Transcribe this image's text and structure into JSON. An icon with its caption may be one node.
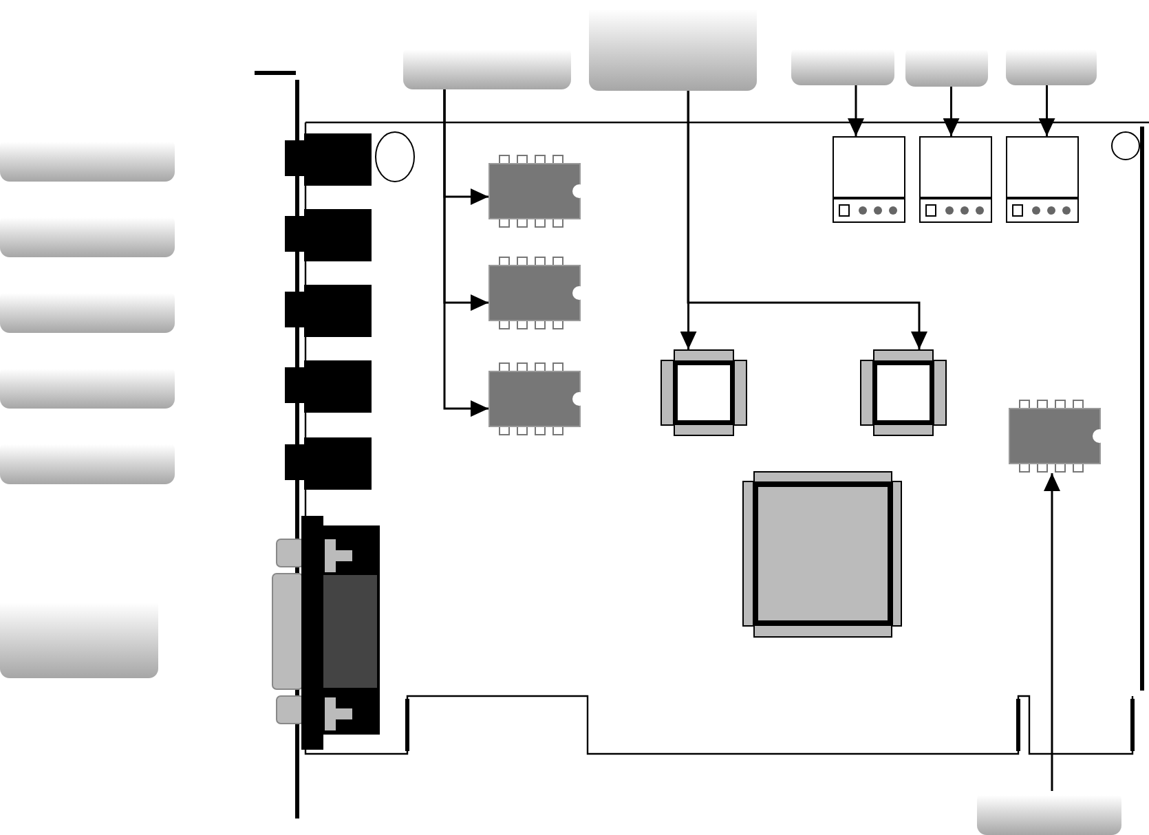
{
  "diagram": {
    "nodes": [
      {
        "text": [],
        "shape": "box"
      },
      {
        "text": [],
        "shape": "box"
      },
      {
        "text": [],
        "shape": "box"
      },
      {
        "text": [],
        "shape": "box"
      },
      {
        "text": [],
        "shape": "box"
      },
      {
        "text": [],
        "shape": "box"
      },
      {
        "text": [],
        "shape": "box"
      },
      {
        "text": [],
        "shape": "box"
      },
      {
        "text": [],
        "shape": "box"
      },
      {
        "text": [],
        "shape": "box"
      },
      {
        "text": [],
        "shape": "box"
      },
      {
        "text": [],
        "shape": "chip"
      },
      {
        "text": [],
        "shape": "chip"
      },
      {
        "text": [],
        "shape": "chip"
      },
      {
        "text": [],
        "shape": "relay"
      },
      {
        "text": [],
        "shape": "relay"
      },
      {
        "text": [],
        "shape": "relay"
      },
      {
        "text": [],
        "shape": "chip"
      },
      {
        "text": [],
        "shape": "chip"
      },
      {
        "text": [],
        "shape": "chip"
      },
      {
        "text": [],
        "shape": "box"
      }
    ],
    "edges": [
      {
        "from": 0,
        "to": 11,
        "arrow": "to"
      },
      {
        "from": 0,
        "to": 12,
        "arrow": "to"
      },
      {
        "from": 0,
        "to": 13,
        "arrow": "to"
      },
      {
        "from": 1,
        "to": 17,
        "arrow": "to"
      },
      {
        "from": 1,
        "to": 18,
        "arrow": "to"
      },
      {
        "from": 2,
        "to": 14,
        "arrow": "to"
      },
      {
        "from": 3,
        "to": 15,
        "arrow": "to"
      },
      {
        "from": 4,
        "to": 16,
        "arrow": "to"
      },
      {
        "from": 20,
        "to": 19,
        "arrow": "to"
      }
    ]
  }
}
